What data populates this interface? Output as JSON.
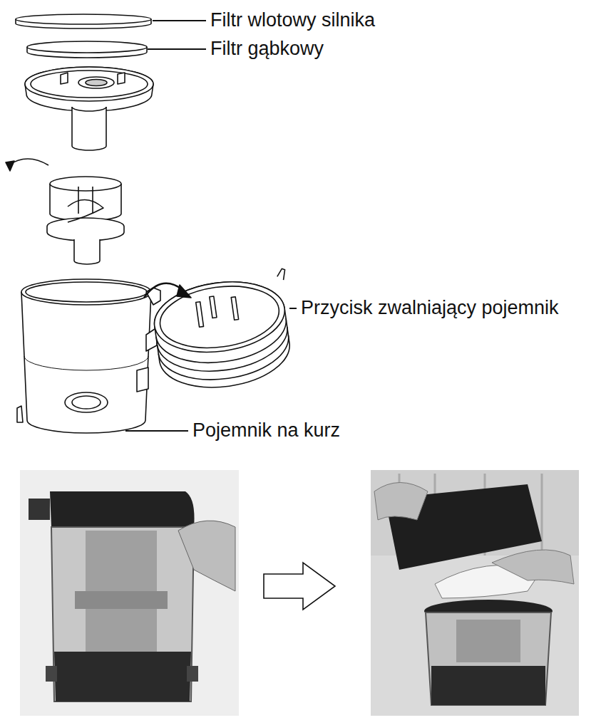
{
  "diagram": {
    "labels": [
      "Filtr wlotowy silnika",
      "Filtr gąbkowy",
      "Przycisk zwalniający pojemnik",
      "Pojemnik na kurz"
    ]
  }
}
